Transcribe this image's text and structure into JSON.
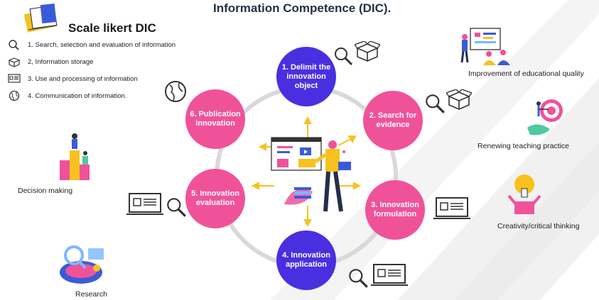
{
  "header": {
    "title": "Information Competence (DIC)."
  },
  "legend": {
    "title": "Scale likert DIC",
    "items": [
      {
        "icon": "magnifier-icon",
        "label": "1. Search, selection and evaluation of information"
      },
      {
        "icon": "box-icon",
        "label": "2, Information storage"
      },
      {
        "icon": "screen-icon",
        "label": "3. Use and processing of information"
      },
      {
        "icon": "globe-icon",
        "label": "4. Communication of information."
      }
    ]
  },
  "cycle": {
    "nodes": [
      {
        "label": "1. Delimit the innovation object",
        "color": "#4a2fe0"
      },
      {
        "label": "2. Search for evidence",
        "color": "#f0529a"
      },
      {
        "label": "3. Innovation formulation",
        "color": "#f0529a"
      },
      {
        "label": "4. Innovation application",
        "color": "#4a2fe0"
      },
      {
        "label": "5. Innovation evaluation",
        "color": "#f0529a"
      },
      {
        "label": "6. Publication innovation",
        "color": "#f0529a"
      }
    ]
  },
  "outcomes": {
    "improvement": "Improvement of educational quality",
    "renewing": "Renewing teaching practice",
    "creativity": "Creativity/critical thinking",
    "decision": "Decision making",
    "research": "Research"
  },
  "colors": {
    "pink": "#f0529a",
    "purple": "#4a2fe0",
    "ring": "#d9d9d9",
    "accent_yellow": "#f7c21e"
  }
}
